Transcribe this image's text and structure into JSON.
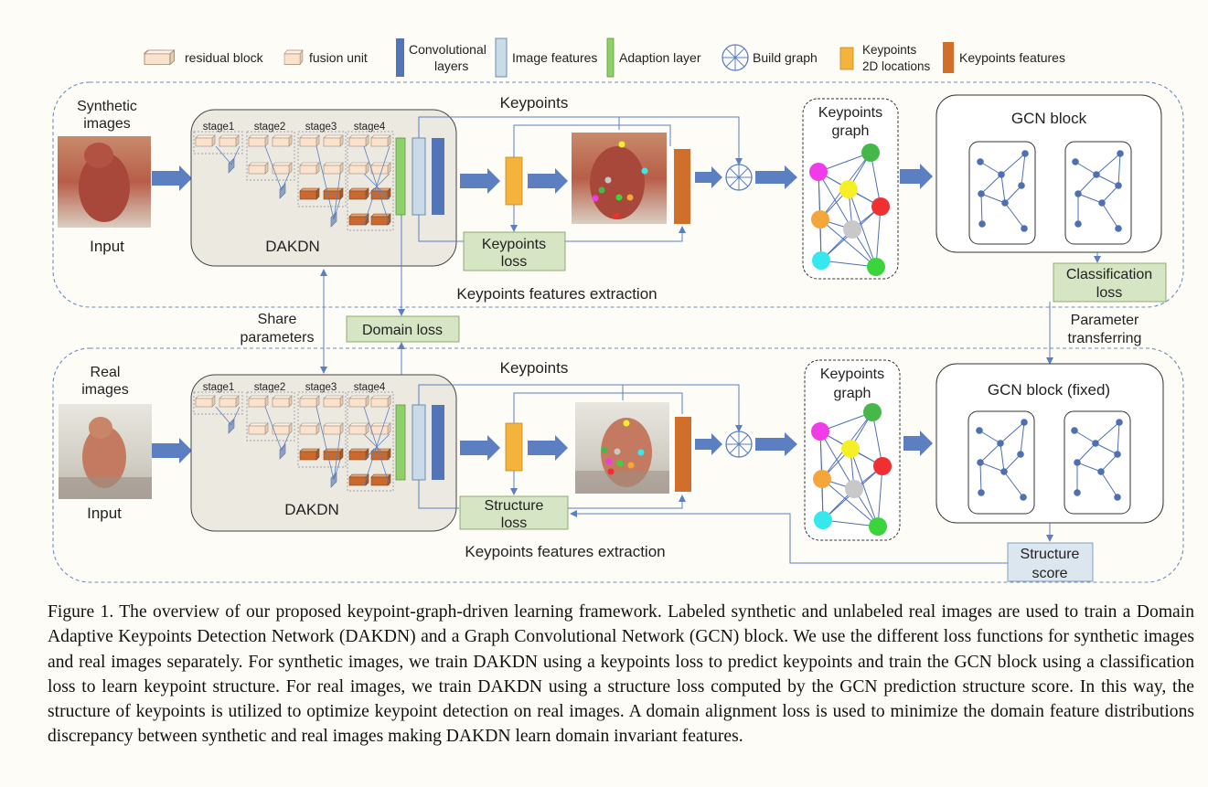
{
  "legend": {
    "residual_block": "residual block",
    "fusion_unit": "fusion unit",
    "conv_layers": [
      "Convolutional",
      "layers"
    ],
    "image_features": "Image features",
    "adaption_layer": "Adaption layer",
    "build_graph": "Build graph",
    "keypoints_2d": [
      "Keypoints",
      "2D locations"
    ],
    "keypoints_features": "Keypoints features"
  },
  "top": {
    "input_title": [
      "Synthetic",
      "images"
    ],
    "input_label": "Input",
    "stages": [
      "stage1",
      "stage2",
      "stage3",
      "stage4"
    ],
    "network": "DAKDN",
    "keypoints_label": "Keypoints",
    "loss": [
      "Keypoints",
      "loss"
    ],
    "graph_title": [
      "Keypoints",
      "graph"
    ],
    "gcn_title": "GCN block",
    "gcn_loss": [
      "Classification",
      "loss"
    ],
    "section_title": "Keypoints features extraction"
  },
  "middle": {
    "share": [
      "Share",
      "parameters"
    ],
    "domain_loss": "Domain loss",
    "param_transfer": [
      "Parameter",
      "transferring"
    ]
  },
  "bottom": {
    "input_title": [
      "Real",
      "images"
    ],
    "input_label": "Input",
    "stages": [
      "stage1",
      "stage2",
      "stage3",
      "stage4"
    ],
    "network": "DAKDN",
    "keypoints_label": "Keypoints",
    "loss": [
      "Structure",
      "loss"
    ],
    "graph_title": [
      "Keypoints",
      "graph"
    ],
    "gcn_title": "GCN block (fixed)",
    "gcn_score": [
      "Structure",
      "score"
    ],
    "section_title": "Keypoints features extraction"
  },
  "caption": "Figure 1.   The overview of our proposed keypoint-graph-driven learning framework. Labeled synthetic and unlabeled real images are used to train a Domain Adaptive Keypoints Detection Network (DAKDN) and a Graph Convolutional Network (GCN) block. We use the different loss functions for synthetic images and real images separately. For synthetic images, we train DAKDN using a keypoints loss to predict keypoints and train the GCN block using a classification loss to learn keypoint structure. For real images, we train DAKDN using a structure loss computed by the GCN prediction structure score. In this way, the structure of keypoints is utilized to optimize keypoint detection on real images. A domain alignment loss is used to minimize the domain feature distributions discrepancy between synthetic and real images making DAKDN learn domain invariant features.",
  "colors": {
    "conv": "#5474b8",
    "image_feat": "#c9dbe9",
    "adaption": "#8fd06a",
    "kp2d": "#f4b43c",
    "kpfeat": "#d06f2c",
    "loss_box": "#d6e5c3",
    "arrow": "#5b7fc0",
    "node_colors": [
      "#f03ce8",
      "#46b84a",
      "#f5f026",
      "#f03030",
      "#f4a63a",
      "#c8c8c8",
      "#36e8ee",
      "#3ad53a"
    ]
  }
}
